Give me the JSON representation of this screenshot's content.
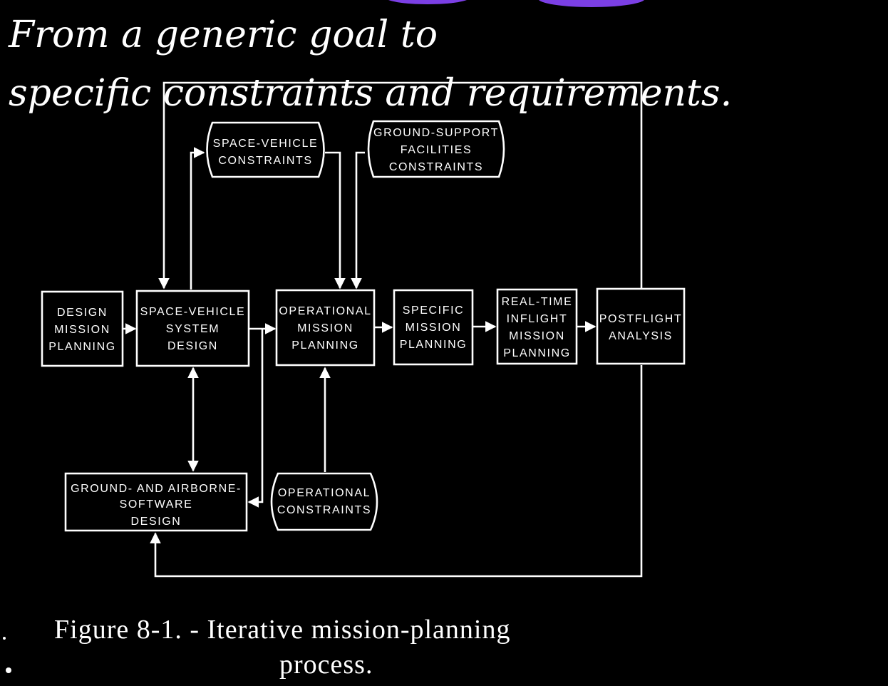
{
  "annotation": {
    "line1": "From a generic goal to",
    "line2": "specific constraints and requirements."
  },
  "boxes": {
    "design_mission_planning": [
      "DESIGN",
      "MISSION",
      "PLANNING"
    ],
    "space_vehicle_system_design": [
      "SPACE-VEHICLE",
      "SYSTEM",
      "DESIGN"
    ],
    "operational_mission_planning": [
      "OPERATIONAL",
      "MISSION",
      "PLANNING"
    ],
    "specific_mission_planning": [
      "SPECIFIC",
      "MISSION",
      "PLANNING"
    ],
    "realtime_inflight_mission_planning": [
      "REAL-TIME",
      "INFLIGHT",
      "MISSION",
      "PLANNING"
    ],
    "postflight_analysis": [
      "POSTFLIGHT",
      "ANALYSIS"
    ],
    "space_vehicle_constraints": [
      "SPACE-VEHICLE",
      "CONSTRAINTS"
    ],
    "ground_support_facilities_constraints": [
      "GROUND-SUPPORT",
      "FACILITIES",
      "CONSTRAINTS"
    ],
    "ground_airborne_software_design": [
      "GROUND- AND AIRBORNE-",
      "SOFTWARE",
      "DESIGN"
    ],
    "operational_constraints": [
      "OPERATIONAL",
      "CONSTRAINTS"
    ]
  },
  "caption": {
    "line1": "Figure 8-1. - Iterative mission-planning",
    "line2": "process."
  },
  "colors": {
    "background": "#000000",
    "foreground": "#ffffff",
    "ink_accent": "#7b3fe4"
  }
}
